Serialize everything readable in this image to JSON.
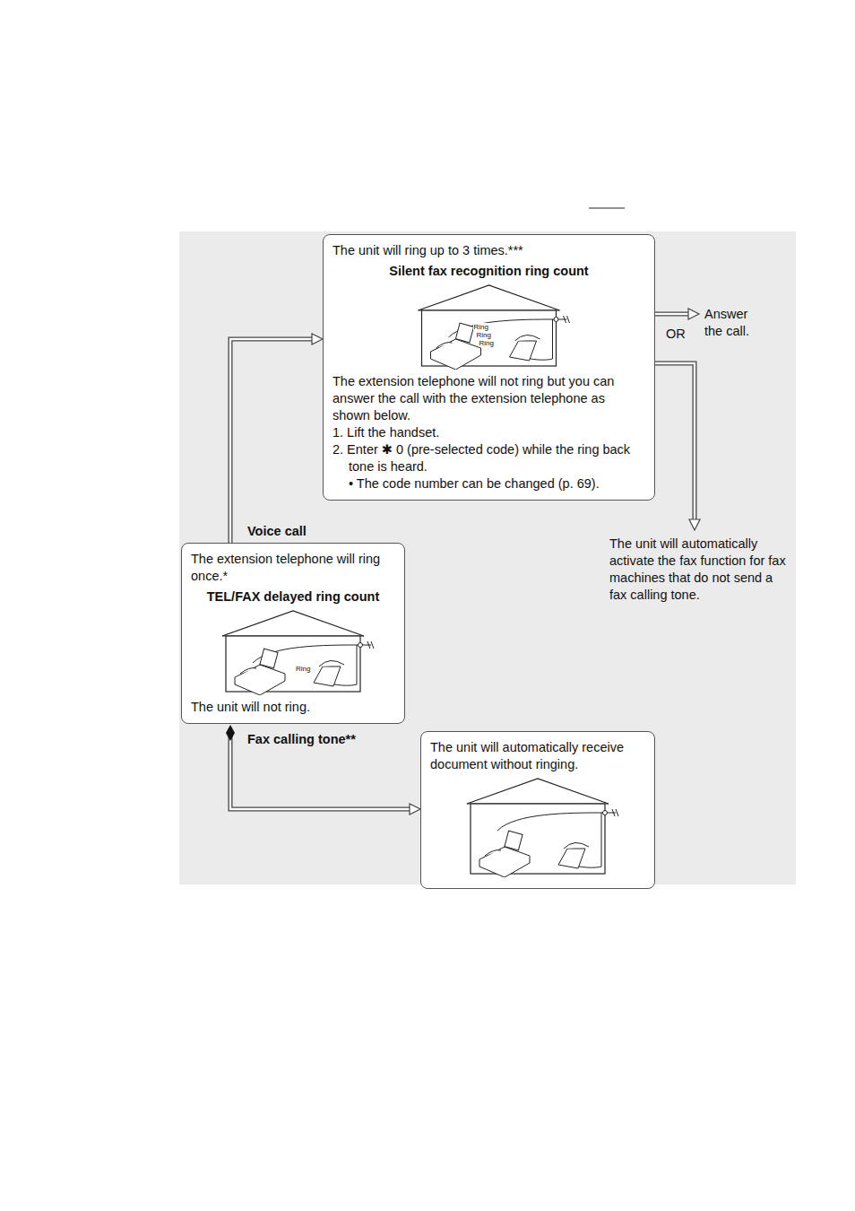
{
  "diagram": {
    "nodes": [
      {
        "text": [
          "The unit will ring up to 3 times.***",
          "Silent fax recognition ring count",
          "The extension telephone will not ring but you can answer the call with the extension telephone as shown below.",
          "1. Lift the handset.",
          "2. Enter ✱ 0 (pre-selected code) while the ring back tone is heard.",
          "• The code number can be changed (p. 69)."
        ]
      },
      {
        "text": [
          "The extension telephone will ring once.*",
          "TEL/FAX delayed ring count",
          "The unit will not ring."
        ]
      },
      {
        "text": [
          "The unit will automatically receive document without ringing."
        ]
      },
      {
        "text": [
          "Answer the call."
        ]
      },
      {
        "text": [
          "The unit will automatically activate the fax function for fax machines that do not send a fax calling tone."
        ]
      }
    ],
    "edges": [
      {
        "from": 1,
        "to": 0,
        "arrow": "to",
        "label": "Voice call"
      },
      {
        "from": 1,
        "to": 2,
        "arrow": "to",
        "label": "Fax calling tone**"
      },
      {
        "from": 0,
        "to": 3,
        "arrow": "to"
      },
      {
        "from": 0,
        "to": 4,
        "arrow": "to"
      }
    ],
    "labels": [
      "OR",
      "Ring",
      "Ring",
      "Ring",
      "Ring"
    ]
  }
}
